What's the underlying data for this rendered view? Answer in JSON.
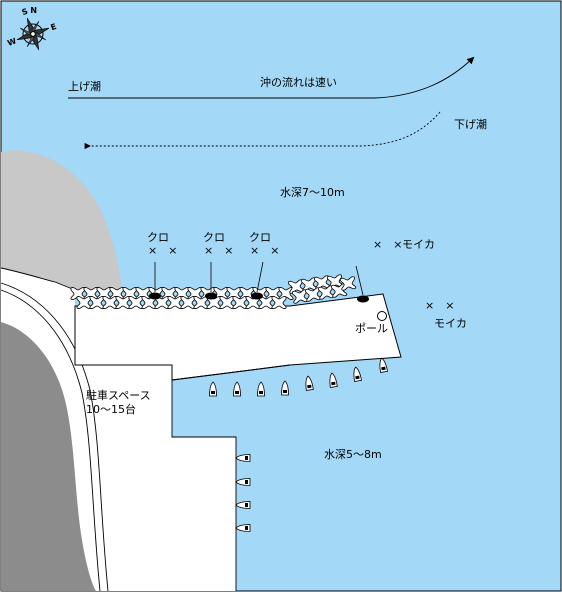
{
  "colors": {
    "sea": "#A3D8F7",
    "land": "#C8C8C8",
    "rock": "#8C8C8C",
    "pier": "#FFFFFF",
    "ink": "#000000"
  },
  "compass": {
    "n": "N",
    "s": "S",
    "e": "E",
    "w": "W"
  },
  "tide": {
    "flood_label": "上げ潮",
    "offshore_note": "沖の流れは速い",
    "ebb_label": "下げ潮"
  },
  "depth": {
    "offshore": "水深7～10m",
    "harbor": "水深5～8m"
  },
  "spots": {
    "kuro": [
      {
        "name": "クロ",
        "marks": "×　×"
      },
      {
        "name": "クロ",
        "marks": "×　×"
      },
      {
        "name": "クロ",
        "marks": "×　×"
      }
    ],
    "moika_upper": {
      "marks": "×　×",
      "name": "モイカ"
    },
    "moika_lower": {
      "marks": "×　×",
      "name": "モイカ"
    }
  },
  "pole_label": "ポール",
  "parking": {
    "line1": "駐車スペース",
    "line2": "10～15台"
  }
}
